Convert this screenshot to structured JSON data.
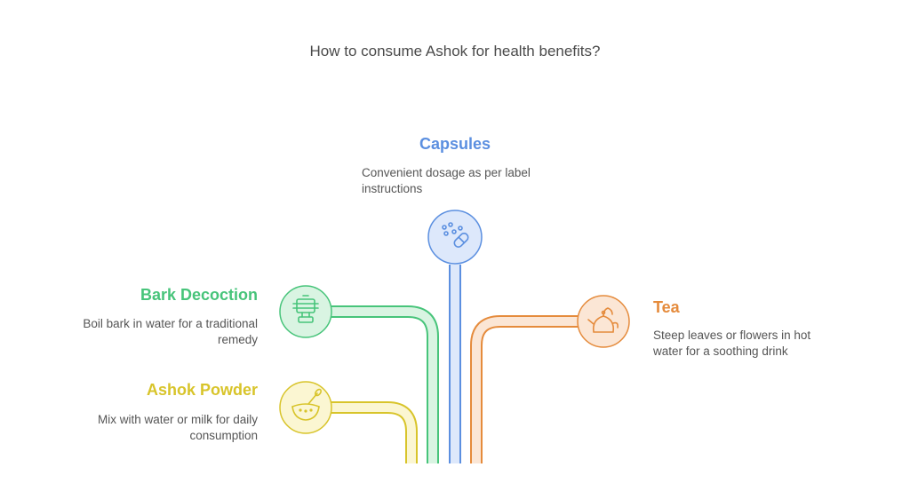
{
  "title": "How to consume Ashok for health benefits?",
  "colors": {
    "capsules": "#5b8fe0",
    "bark": "#47c47a",
    "tea": "#e58b3c",
    "powder": "#d8c42a"
  },
  "items": [
    {
      "key": "capsules",
      "heading": "Capsules",
      "description": "Convenient dosage as per label instructions",
      "icon": "pills-icon"
    },
    {
      "key": "bark",
      "heading": "Bark Decoction",
      "description": "Boil bark in water for a traditional remedy",
      "icon": "steamer-pot-icon"
    },
    {
      "key": "tea",
      "heading": "Tea",
      "description": "Steep leaves or flowers in hot water for a soothing drink",
      "icon": "kettle-icon"
    },
    {
      "key": "powder",
      "heading": "Ashok Powder",
      "description": "Mix with water or milk for daily consumption",
      "icon": "bowl-spoon-icon"
    }
  ]
}
